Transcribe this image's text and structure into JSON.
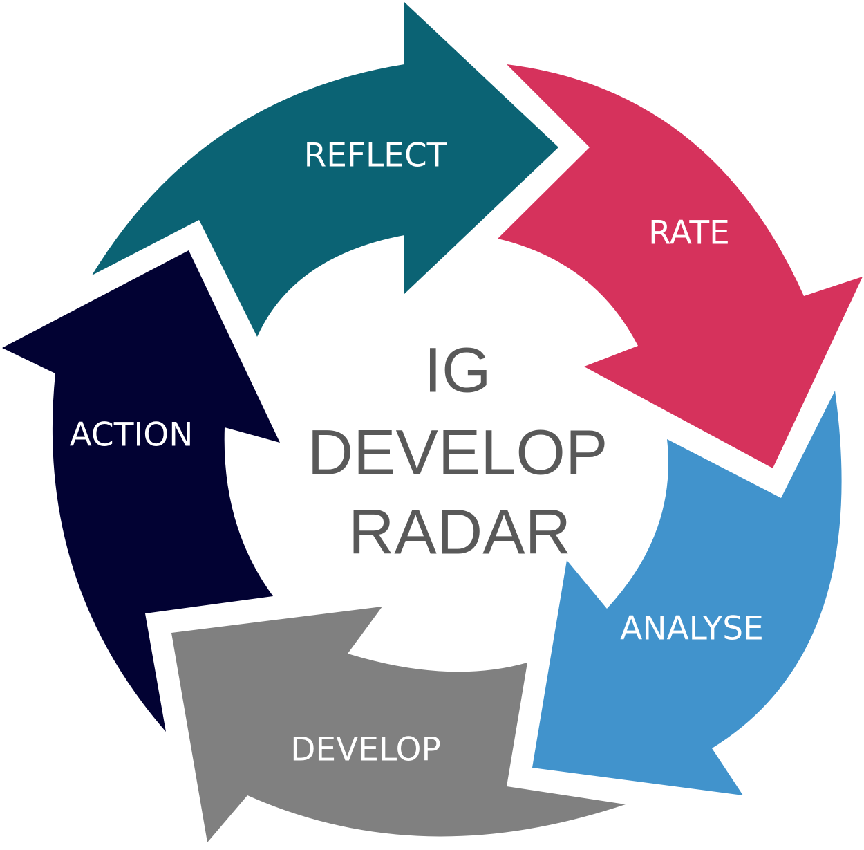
{
  "diagram": {
    "center_title": [
      "IG",
      "DEVELOP",
      "RADAR"
    ],
    "steps": [
      {
        "label": "REFLECT",
        "color": "#0b6374"
      },
      {
        "label": "RATE",
        "color": "#d6325c"
      },
      {
        "label": "ANALYSE",
        "color": "#4193cc"
      },
      {
        "label": "DEVELOP",
        "color": "#808080"
      },
      {
        "label": "ACTION",
        "color": "#020233"
      }
    ],
    "title_color": "#595959",
    "label_color": "#ffffff"
  }
}
